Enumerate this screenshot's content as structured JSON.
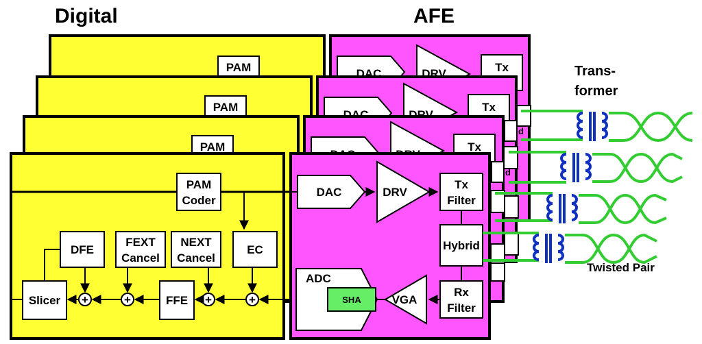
{
  "headings": {
    "digital": "Digital",
    "afe": "AFE",
    "transformer": [
      "Trans-",
      "former"
    ],
    "twisted_pair": "Twisted Pair"
  },
  "back_layers": {
    "pam": "PAM",
    "dac": "DAC",
    "drv": "DRV",
    "tx": "Tx",
    "right_edge": "d"
  },
  "blocks": {
    "pam_coder": [
      "PAM",
      "Coder"
    ],
    "dfe": "DFE",
    "fext_cancel": [
      "FEXT",
      "Cancel"
    ],
    "next_cancel": [
      "NEXT",
      "Cancel"
    ],
    "ec": "EC",
    "slicer": "Slicer",
    "ffe": "FFE",
    "dac": "DAC",
    "drv": "DRV",
    "tx_filter": [
      "Tx",
      "Filter"
    ],
    "hybrid": "Hybrid",
    "adc": "ADC",
    "sha": "SHA",
    "vga": "VGA",
    "rx_filter": [
      "Rx",
      "Filter"
    ]
  },
  "summer_symbol": "+",
  "colors": {
    "digital_fill": "#ffff33",
    "afe_fill": "#ff55ff",
    "sha_fill": "#66ee66",
    "transformer_coil": "#1030c0",
    "twisted_pair": "#33cc33"
  }
}
